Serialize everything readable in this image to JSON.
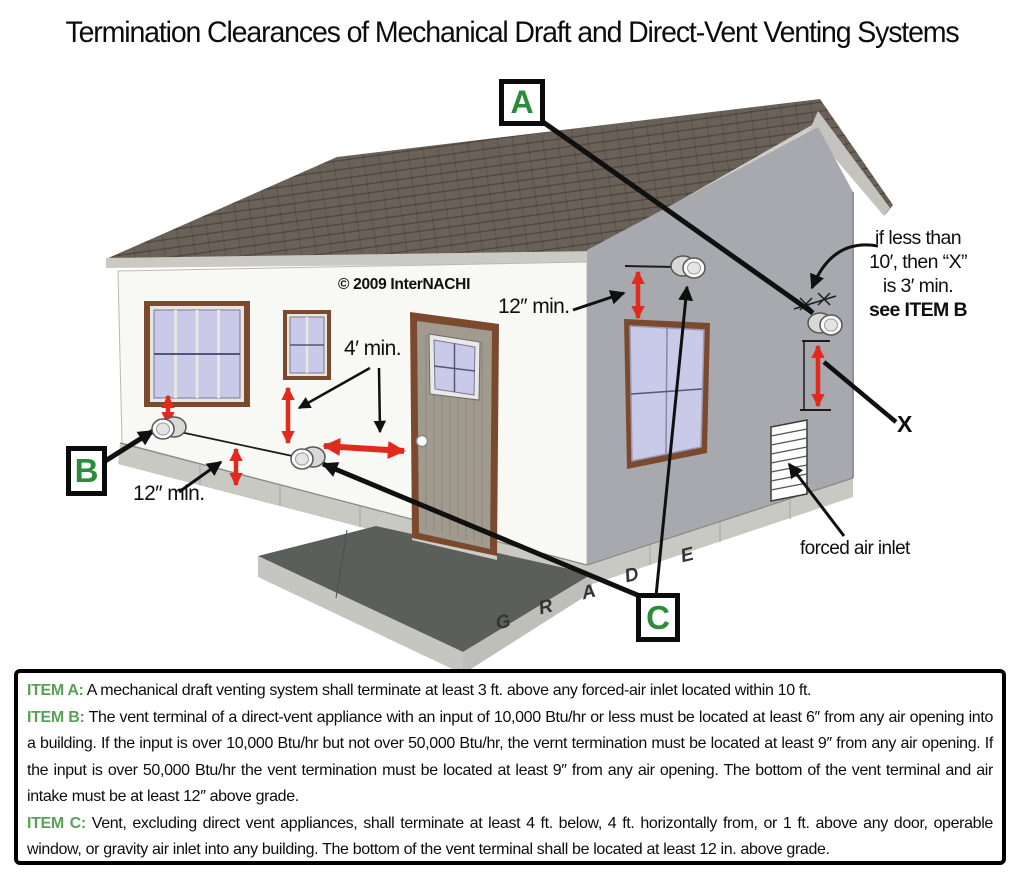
{
  "title": "Termination Clearances of Mechanical Draft and Direct-Vent Venting Systems",
  "copyright": "© 2009 InterNACHI",
  "colors": {
    "accent_red": "#e12a1e",
    "marker_green": "#2c8c3c",
    "item_green": "#58a258"
  },
  "markers": {
    "a": "A",
    "b": "B",
    "c": "C"
  },
  "labels": {
    "min12_top": "12″ min.",
    "min4": "4′ min.",
    "min12_left": "12″ min.",
    "x": "X",
    "forced_air_inlet": "forced air inlet",
    "note_line1": "if less than",
    "note_line2": "10′, then “X”",
    "note_line3": "is 3′ min.",
    "note_line4": "see ITEM B"
  },
  "grade": {
    "letters": [
      "G",
      "R",
      "A",
      "D",
      "E"
    ]
  },
  "items": [
    {
      "label": "ITEM A:",
      "text": "A mechanical draft venting system shall terminate at least 3 ft. above any forced-air inlet located within 10 ft."
    },
    {
      "label": "ITEM B:",
      "text": "The vent terminal of a direct-vent appliance with an input of 10,000 Btu/hr or less must be located at least 6″ from any air opening into a building. If the input is over 10,000 Btu/hr but not over 50,000 Btu/hr, the vernt termination must be located at least 9″ from any air opening. If the input is over 50,000 Btu/hr the vent termination must be located at least 9″ from any air opening. The bottom of the vent terminal and air intake must be at least 12″ above grade."
    },
    {
      "label": "ITEM C:",
      "text": "Vent, excluding direct vent appliances, shall terminate at least 4 ft. below, 4 ft. horizontally from, or 1 ft. above any door, operable window, or gravity air inlet into any building. The bottom of the vent terminal shall be located at least 12 in. above grade."
    }
  ]
}
